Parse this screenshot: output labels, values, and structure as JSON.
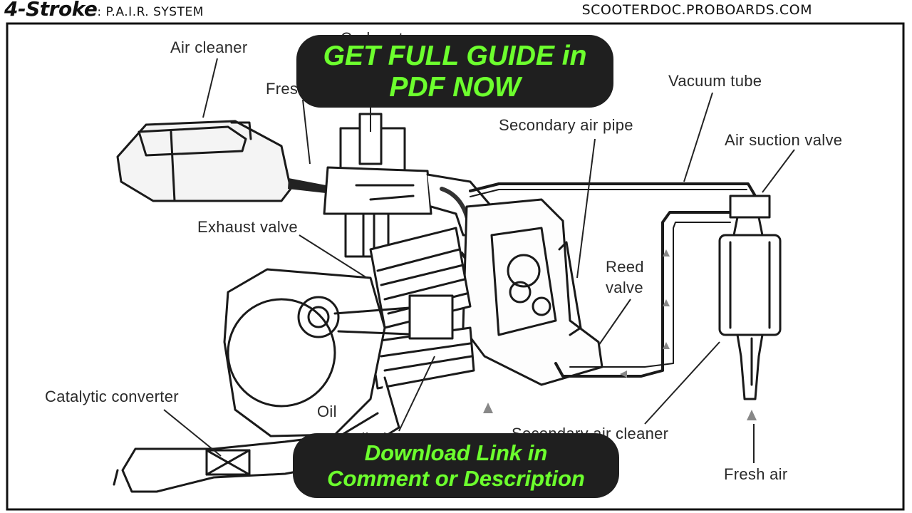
{
  "header": {
    "stroke": "4-Stroke",
    "system": ": P.A.I.R. SYSTEM",
    "site": "SCOOTERDOC.PROBOARDS.COM"
  },
  "labels": {
    "air_cleaner": "Air cleaner",
    "carburetor": "Carburetor",
    "fresh_air_top": "Fresh air",
    "vacuum_tube": "Vacuum tube",
    "secondary_air_pipe": "Secondary air pipe",
    "air_suction_valve": "Air suction valve",
    "exhaust_valve": "Exhaust valve",
    "reed_valve_1": "Reed",
    "reed_valve_2": "valve",
    "catalytic_converter": "Catalytic converter",
    "oil": "Oil",
    "cylinder": "Cylinder",
    "secondary_air_cleaner": "Secondary air cleaner",
    "fresh_air_bottom": "Fresh air"
  },
  "banners": {
    "top_line1": "GET FULL GUIDE in",
    "top_line2": "PDF NOW",
    "bottom_line1": "Download Link in",
    "bottom_line2": "Comment or Description"
  },
  "colors": {
    "banner_bg": "#1f1f1f",
    "banner_text": "#6dff2e"
  }
}
